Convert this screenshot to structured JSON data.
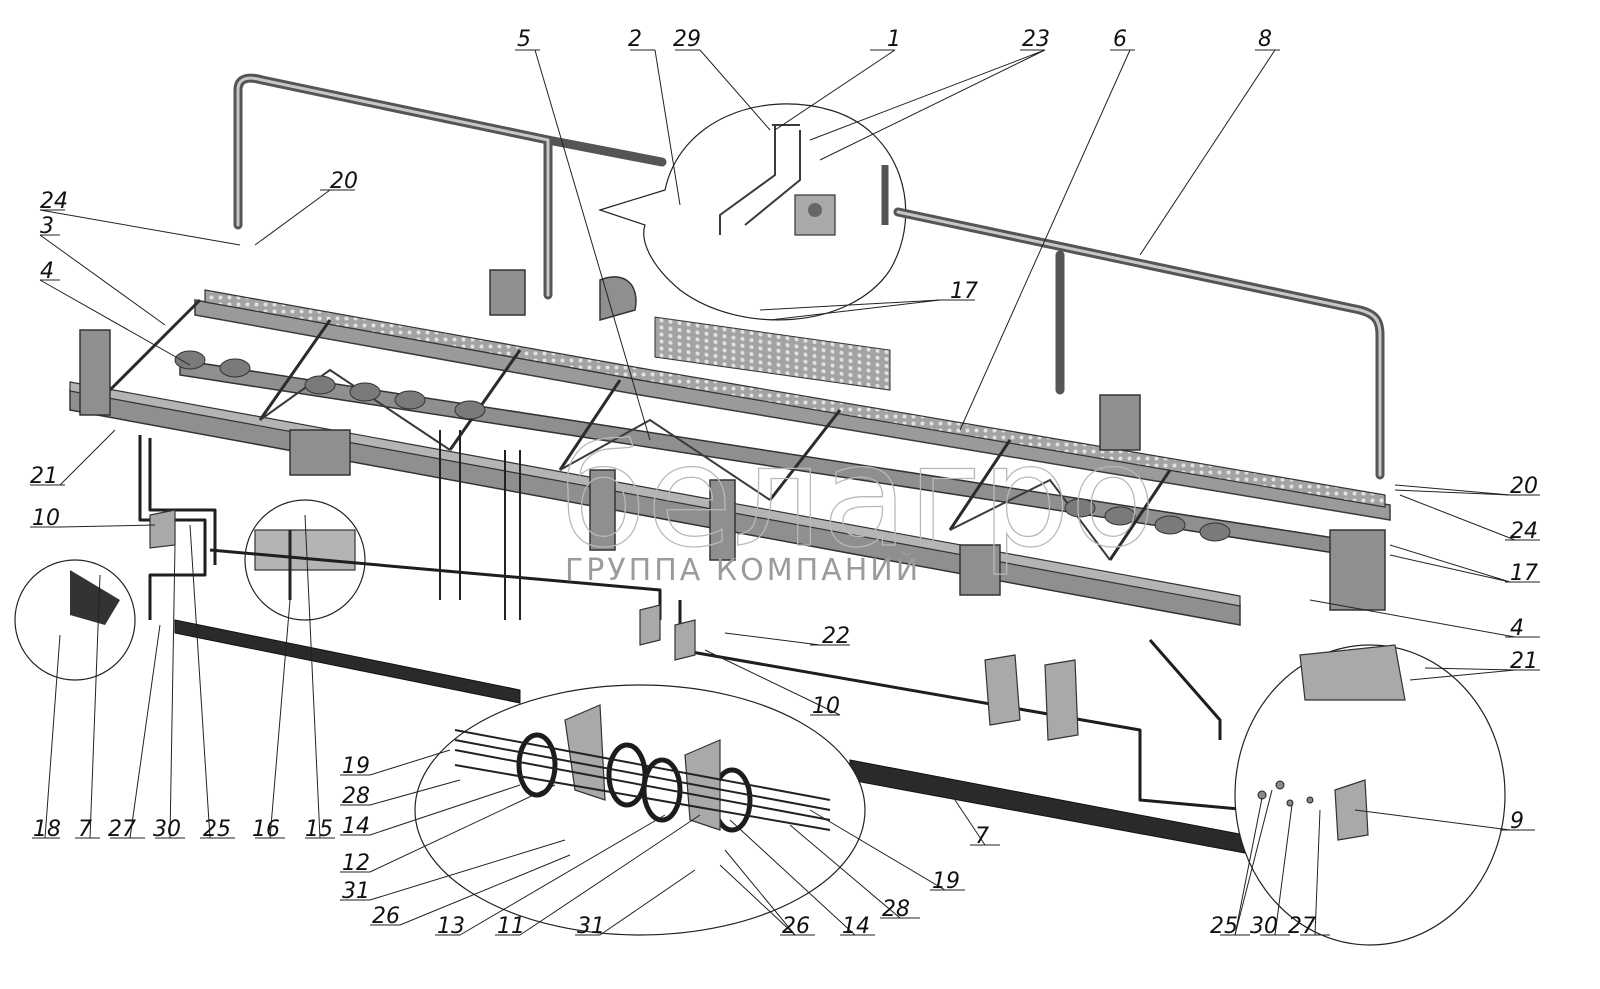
{
  "watermark": {
    "brand": "белагро",
    "subtitle": "ГРУППА КОМПАНИЙ"
  },
  "callouts": [
    {
      "id": "c1",
      "text": "1"
    },
    {
      "id": "c2",
      "text": "2"
    },
    {
      "id": "c29",
      "text": "29"
    },
    {
      "id": "c23",
      "text": "23"
    },
    {
      "id": "c5",
      "text": "5"
    },
    {
      "id": "c6",
      "text": "6"
    },
    {
      "id": "c8",
      "text": "8"
    },
    {
      "id": "c20a",
      "text": "20"
    },
    {
      "id": "c24a",
      "text": "24"
    },
    {
      "id": "c3",
      "text": "3"
    },
    {
      "id": "c4a",
      "text": "4"
    },
    {
      "id": "c17a",
      "text": "17"
    },
    {
      "id": "c21a",
      "text": "21"
    },
    {
      "id": "c10a",
      "text": "10"
    },
    {
      "id": "c20b",
      "text": "20"
    },
    {
      "id": "c24b",
      "text": "24"
    },
    {
      "id": "c17b",
      "text": "17"
    },
    {
      "id": "c4b",
      "text": "4"
    },
    {
      "id": "c22",
      "text": "22"
    },
    {
      "id": "c21b",
      "text": "21"
    },
    {
      "id": "c10b",
      "text": "10"
    },
    {
      "id": "c19a",
      "text": "19"
    },
    {
      "id": "c28a",
      "text": "28"
    },
    {
      "id": "c14a",
      "text": "14"
    },
    {
      "id": "c12",
      "text": "12"
    },
    {
      "id": "c31a",
      "text": "31"
    },
    {
      "id": "c26a",
      "text": "26"
    },
    {
      "id": "c13",
      "text": "13"
    },
    {
      "id": "c11",
      "text": "11"
    },
    {
      "id": "c31b",
      "text": "31"
    },
    {
      "id": "c26b",
      "text": "26"
    },
    {
      "id": "c14b",
      "text": "14"
    },
    {
      "id": "c28b",
      "text": "28"
    },
    {
      "id": "c19b",
      "text": "19"
    },
    {
      "id": "c7b",
      "text": "7"
    },
    {
      "id": "c9",
      "text": "9"
    },
    {
      "id": "c25b",
      "text": "25"
    },
    {
      "id": "c30b",
      "text": "30"
    },
    {
      "id": "c27b",
      "text": "27"
    },
    {
      "id": "c18",
      "text": "18"
    },
    {
      "id": "c7a",
      "text": "7"
    },
    {
      "id": "c27a",
      "text": "27"
    },
    {
      "id": "c30a",
      "text": "30"
    },
    {
      "id": "c25a",
      "text": "25"
    },
    {
      "id": "c16",
      "text": "16"
    },
    {
      "id": "c15",
      "text": "15"
    }
  ]
}
